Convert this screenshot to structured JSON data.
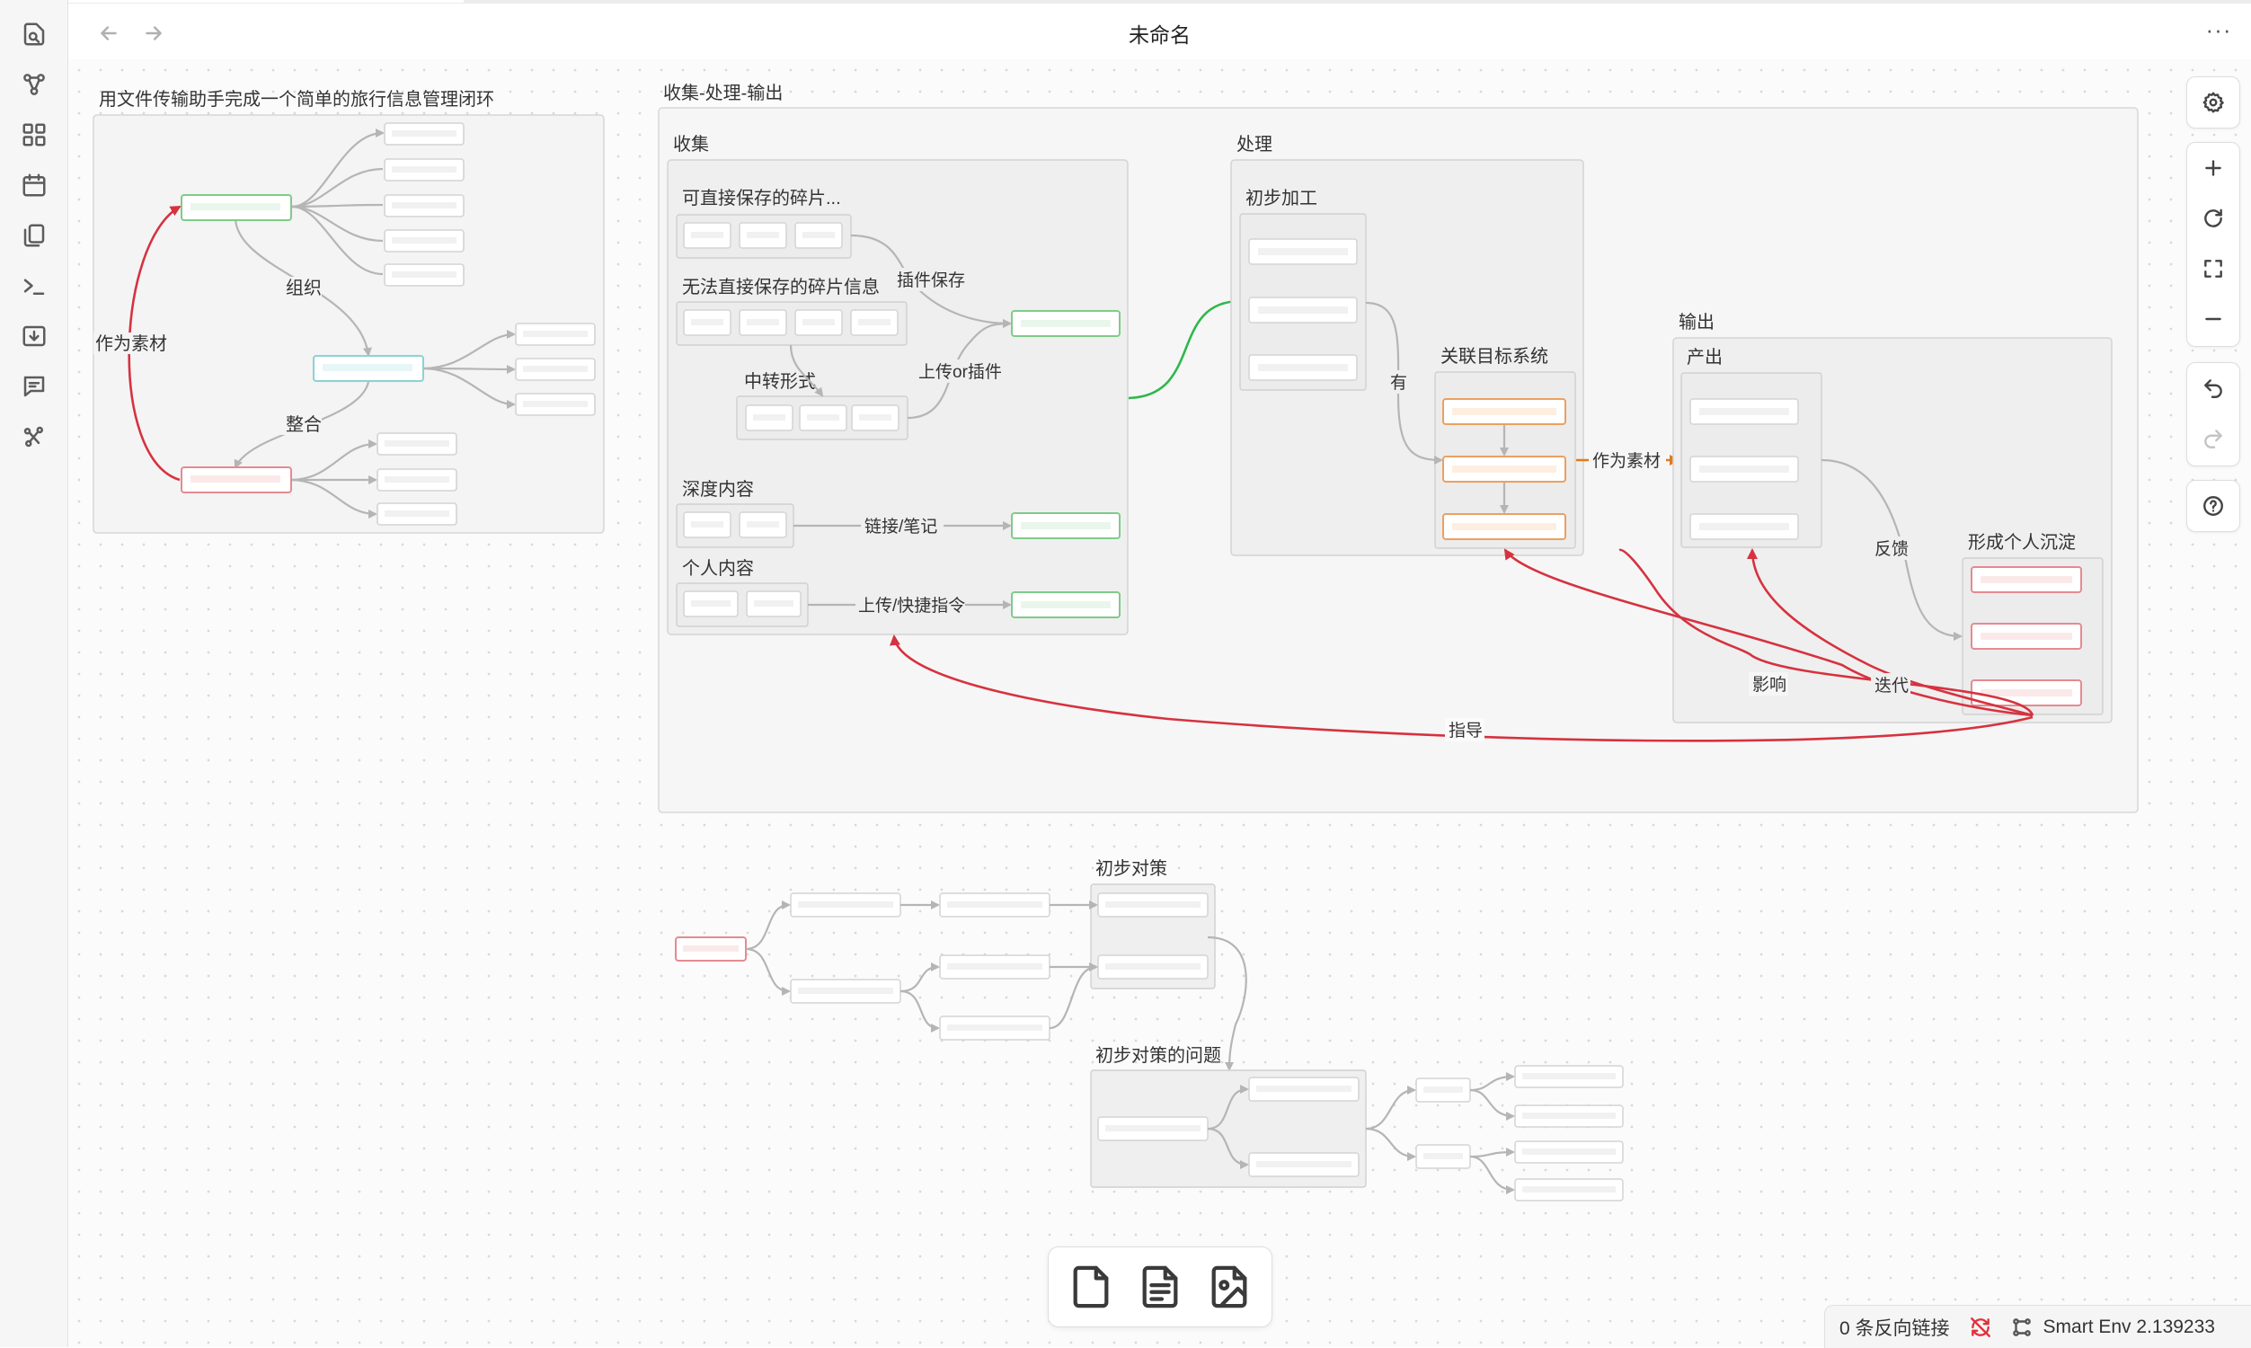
{
  "window": {
    "title": "未命名",
    "more_label": "···"
  },
  "ribbon": {
    "icons": [
      "search-icon",
      "graph-icon",
      "canvas-grid-icon",
      "calendar-icon",
      "copy-icon",
      "terminal-icon",
      "import-icon",
      "chat-icon",
      "network-icon"
    ]
  },
  "controls": {
    "icons": [
      "settings-icon",
      "zoom-in-icon",
      "reset-zoom-icon",
      "fit-screen-icon",
      "zoom-out-icon",
      "undo-icon",
      "redo-icon",
      "help-icon"
    ]
  },
  "bottombar": {
    "icons": [
      "new-card-icon",
      "new-note-icon",
      "new-media-icon"
    ]
  },
  "status": {
    "backlinks": "0 条反向链接",
    "plugin": "Smart Env 2.139233",
    "sync_color": "#e0323c"
  },
  "colors": {
    "green": "#2eb84d",
    "red": "#d6323f",
    "orange": "#e07a20",
    "gray": "#b5b5b5",
    "teal": "#8ad3d6"
  },
  "groups": {
    "loop": "用文件传输助手完成一个简单的旅行信息管理闭环",
    "main": "收集-处理-输出",
    "collect": "收集",
    "fragments": "可直接保存的碎片...",
    "nonsave": "无法直接保存的碎片信息",
    "transit": "中转形式",
    "deep": "深度内容",
    "personal": "个人内容",
    "process": "处理",
    "prelim": "初步加工",
    "target": "关联目标系统",
    "output": "输出",
    "produce": "产出",
    "sediment": "形成个人沉淀",
    "plan": "初步对策",
    "problems": "初步对策的问题"
  },
  "edge_labels": {
    "organize": "组织",
    "merge": "整合",
    "as_material": "作为素材",
    "plugin_save": "插件保存",
    "upload_or_plugin": "上传or插件",
    "link_note": "链接/笔记",
    "upload_shortcut": "上传/快捷指令",
    "has": "有",
    "as_material2": "作为素材",
    "feedback": "反馈",
    "influence": "影响",
    "iterate": "迭代",
    "guide": "指导"
  }
}
